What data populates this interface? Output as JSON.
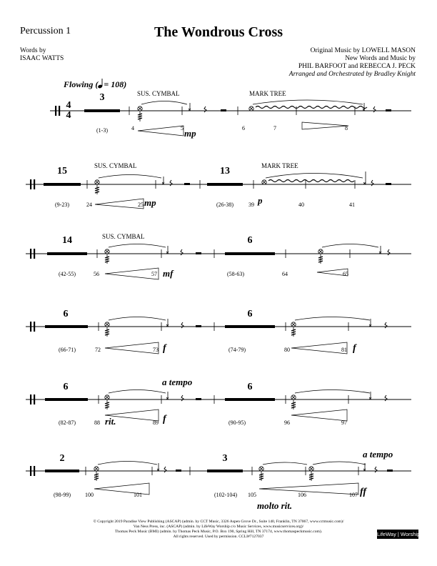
{
  "header": {
    "part": "Percussion 1",
    "title": "The Wondrous Cross",
    "words_label": "Words by",
    "words_author": "ISAAC WATTS",
    "credit_lines": [
      "Original Music by LOWELL MASON",
      "New Words and Music by",
      "PHIL BARFOOT and REBECCA J. PECK"
    ],
    "arranged": "Arranged and Orchestrated by Bradley Knight"
  },
  "tempo": {
    "label": "Flowing (",
    "bpm": "= 108)"
  },
  "meter": {
    "top": "4",
    "bottom": "4"
  },
  "labels": {
    "sus_cymbal": "SUS. CYMBAL",
    "mark_tree": "MARK TREE",
    "a_tempo": "a tempo",
    "rit": "rit.",
    "molto_rit": "molto rit."
  },
  "dynamics": {
    "mp": "mp",
    "p": "p",
    "mf": "mf",
    "f": "f",
    "ff": "ff"
  },
  "rests": {
    "r1": "3",
    "r2": "15",
    "r3": "13",
    "r4": "14",
    "r5": "6",
    "r6": "6",
    "r7": "6",
    "r8": "6",
    "r9": "6",
    "r10": "2",
    "r11": "3"
  },
  "ranges": {
    "r1": "(1-3)",
    "r2": "(9-23)",
    "r3": "(26-38)",
    "r4": "(42-55)",
    "r5": "(58-63)",
    "r6": "(66-71)",
    "r7": "(74-79)",
    "r8": "(82-87)",
    "r9": "(90-95)",
    "r10": "(98-99)",
    "r11": "(102-104)"
  },
  "measures": {
    "m4": "4",
    "m5": "5",
    "m6": "6",
    "m7": "7",
    "m8": "8",
    "m24": "24",
    "m25": "25",
    "m39": "39",
    "m40": "40",
    "m41": "41",
    "m56": "56",
    "m57": "57",
    "m64": "64",
    "m65": "65",
    "m72": "72",
    "m73": "73",
    "m80": "80",
    "m81": "81",
    "m88": "88",
    "m89": "89",
    "m96": "96",
    "m97": "97",
    "m100": "100",
    "m101": "101",
    "m105": "105",
    "m106": "106",
    "m107": "107"
  },
  "footer": {
    "copyright_lines": [
      "© Copyright 2019 Paradise View Publishing (ASCAP) (admin. by CCT Music, 3326 Aspen Grove Dr., Suite 140, Franklin, TN 37067, www.cctmusic.com)/",
      "Van Ness Press, inc. (ASCAP) (admin. by LifeWay Worship c/o Music Services, www.musicservices.org)/",
      "Thomas Peck Music (BMI) (admin. by Thomas Peck Music, P.O. Box 190, Spring Hill, TN 37174, www.thomaspeckmusic.com).",
      "All rights reserved. Used by permission. CCLI#7127037"
    ],
    "logo": "LifeWay | Worship"
  }
}
